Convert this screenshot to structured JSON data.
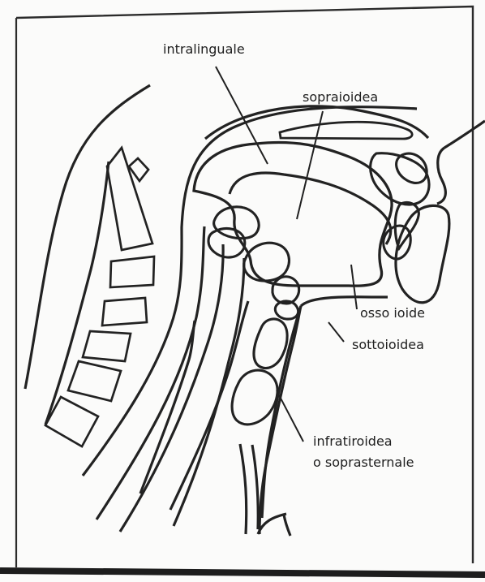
{
  "labels": {
    "intralinguale": "intralinguale",
    "sopraioidea": "sopraioidea",
    "osso_ioide": "osso ioide",
    "sottoioidea": "sottoioidea",
    "infratiroidea_line1": "infratiroidea",
    "infratiroidea_line2": "o soprasternale"
  },
  "colors": {
    "ink": "#202020",
    "paper": "#fbfbfa",
    "frame": "#2a2a2a"
  }
}
